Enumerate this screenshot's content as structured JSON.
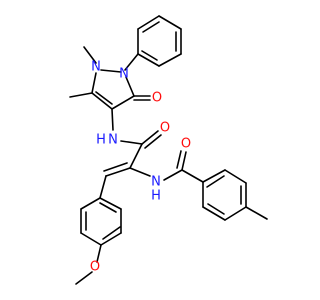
{
  "colors": {
    "carbon": "#000000",
    "nitrogen": "#1a1aff",
    "oxygen": "#ff0d0d",
    "background": "#ffffff"
  },
  "labels": {
    "n_ring_upper": "N",
    "n_ring_lower": "N",
    "o_ring_carbonyl": "O",
    "nh_amide_upper": "N",
    "h_amide_upper": "H",
    "o_amide_upper": "O",
    "nh_amide_lower": "N",
    "h_amide_lower": "H",
    "o_benzamide": "O",
    "o_methoxy": "O"
  }
}
